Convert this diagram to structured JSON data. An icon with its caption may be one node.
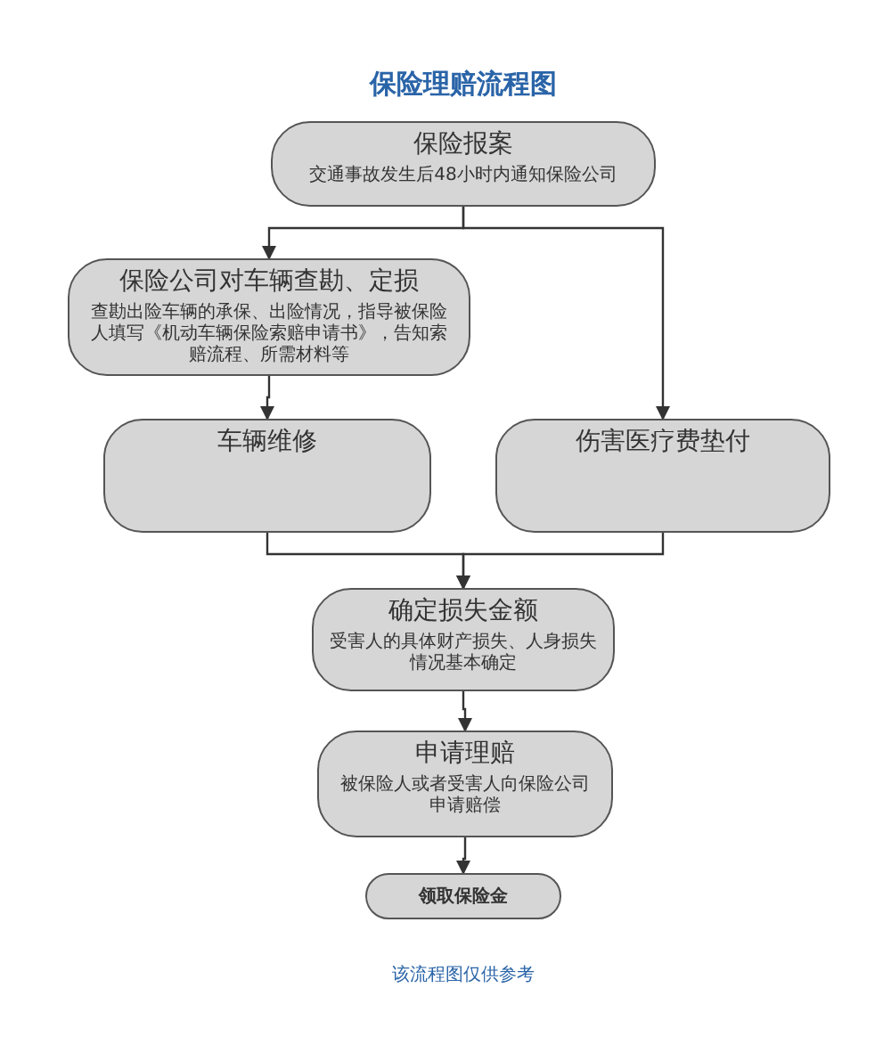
{
  "diagram": {
    "title": "保险理赔流程图",
    "caption": "该流程图仅供参考",
    "nodes": [
      {
        "text": [
          "保险报案",
          "交通事故发生后48小时内通知保险公司"
        ]
      },
      {
        "text": [
          "保险公司对车辆查勘、定损",
          "查勘出险车辆的承保、出险情况，指导被保险人填写《机动车辆保险索赔申请书》，告知索赔流程、所需材料等"
        ]
      },
      {
        "text": [
          "车辆维修"
        ]
      },
      {
        "text": [
          "伤害医疗费垫付"
        ]
      },
      {
        "text": [
          "确定损失金额",
          "受害人的具体财产损失、人身损失情况基本确定"
        ]
      },
      {
        "text": [
          "申请理赔",
          "被保险人或者受害人向保险公司申请赔偿"
        ]
      },
      {
        "text": [
          "领取保险金"
        ]
      }
    ],
    "edges": [
      {
        "from": 0,
        "to": 1,
        "arrow": "to"
      },
      {
        "from": 0,
        "to": 3,
        "arrow": "to"
      },
      {
        "from": 1,
        "to": 2,
        "arrow": "to"
      },
      {
        "from": 2,
        "to": 4,
        "arrow": "to"
      },
      {
        "from": 3,
        "to": 4,
        "arrow": "to"
      },
      {
        "from": 4,
        "to": 5,
        "arrow": "to"
      },
      {
        "from": 5,
        "to": 6,
        "arrow": "to"
      }
    ]
  }
}
